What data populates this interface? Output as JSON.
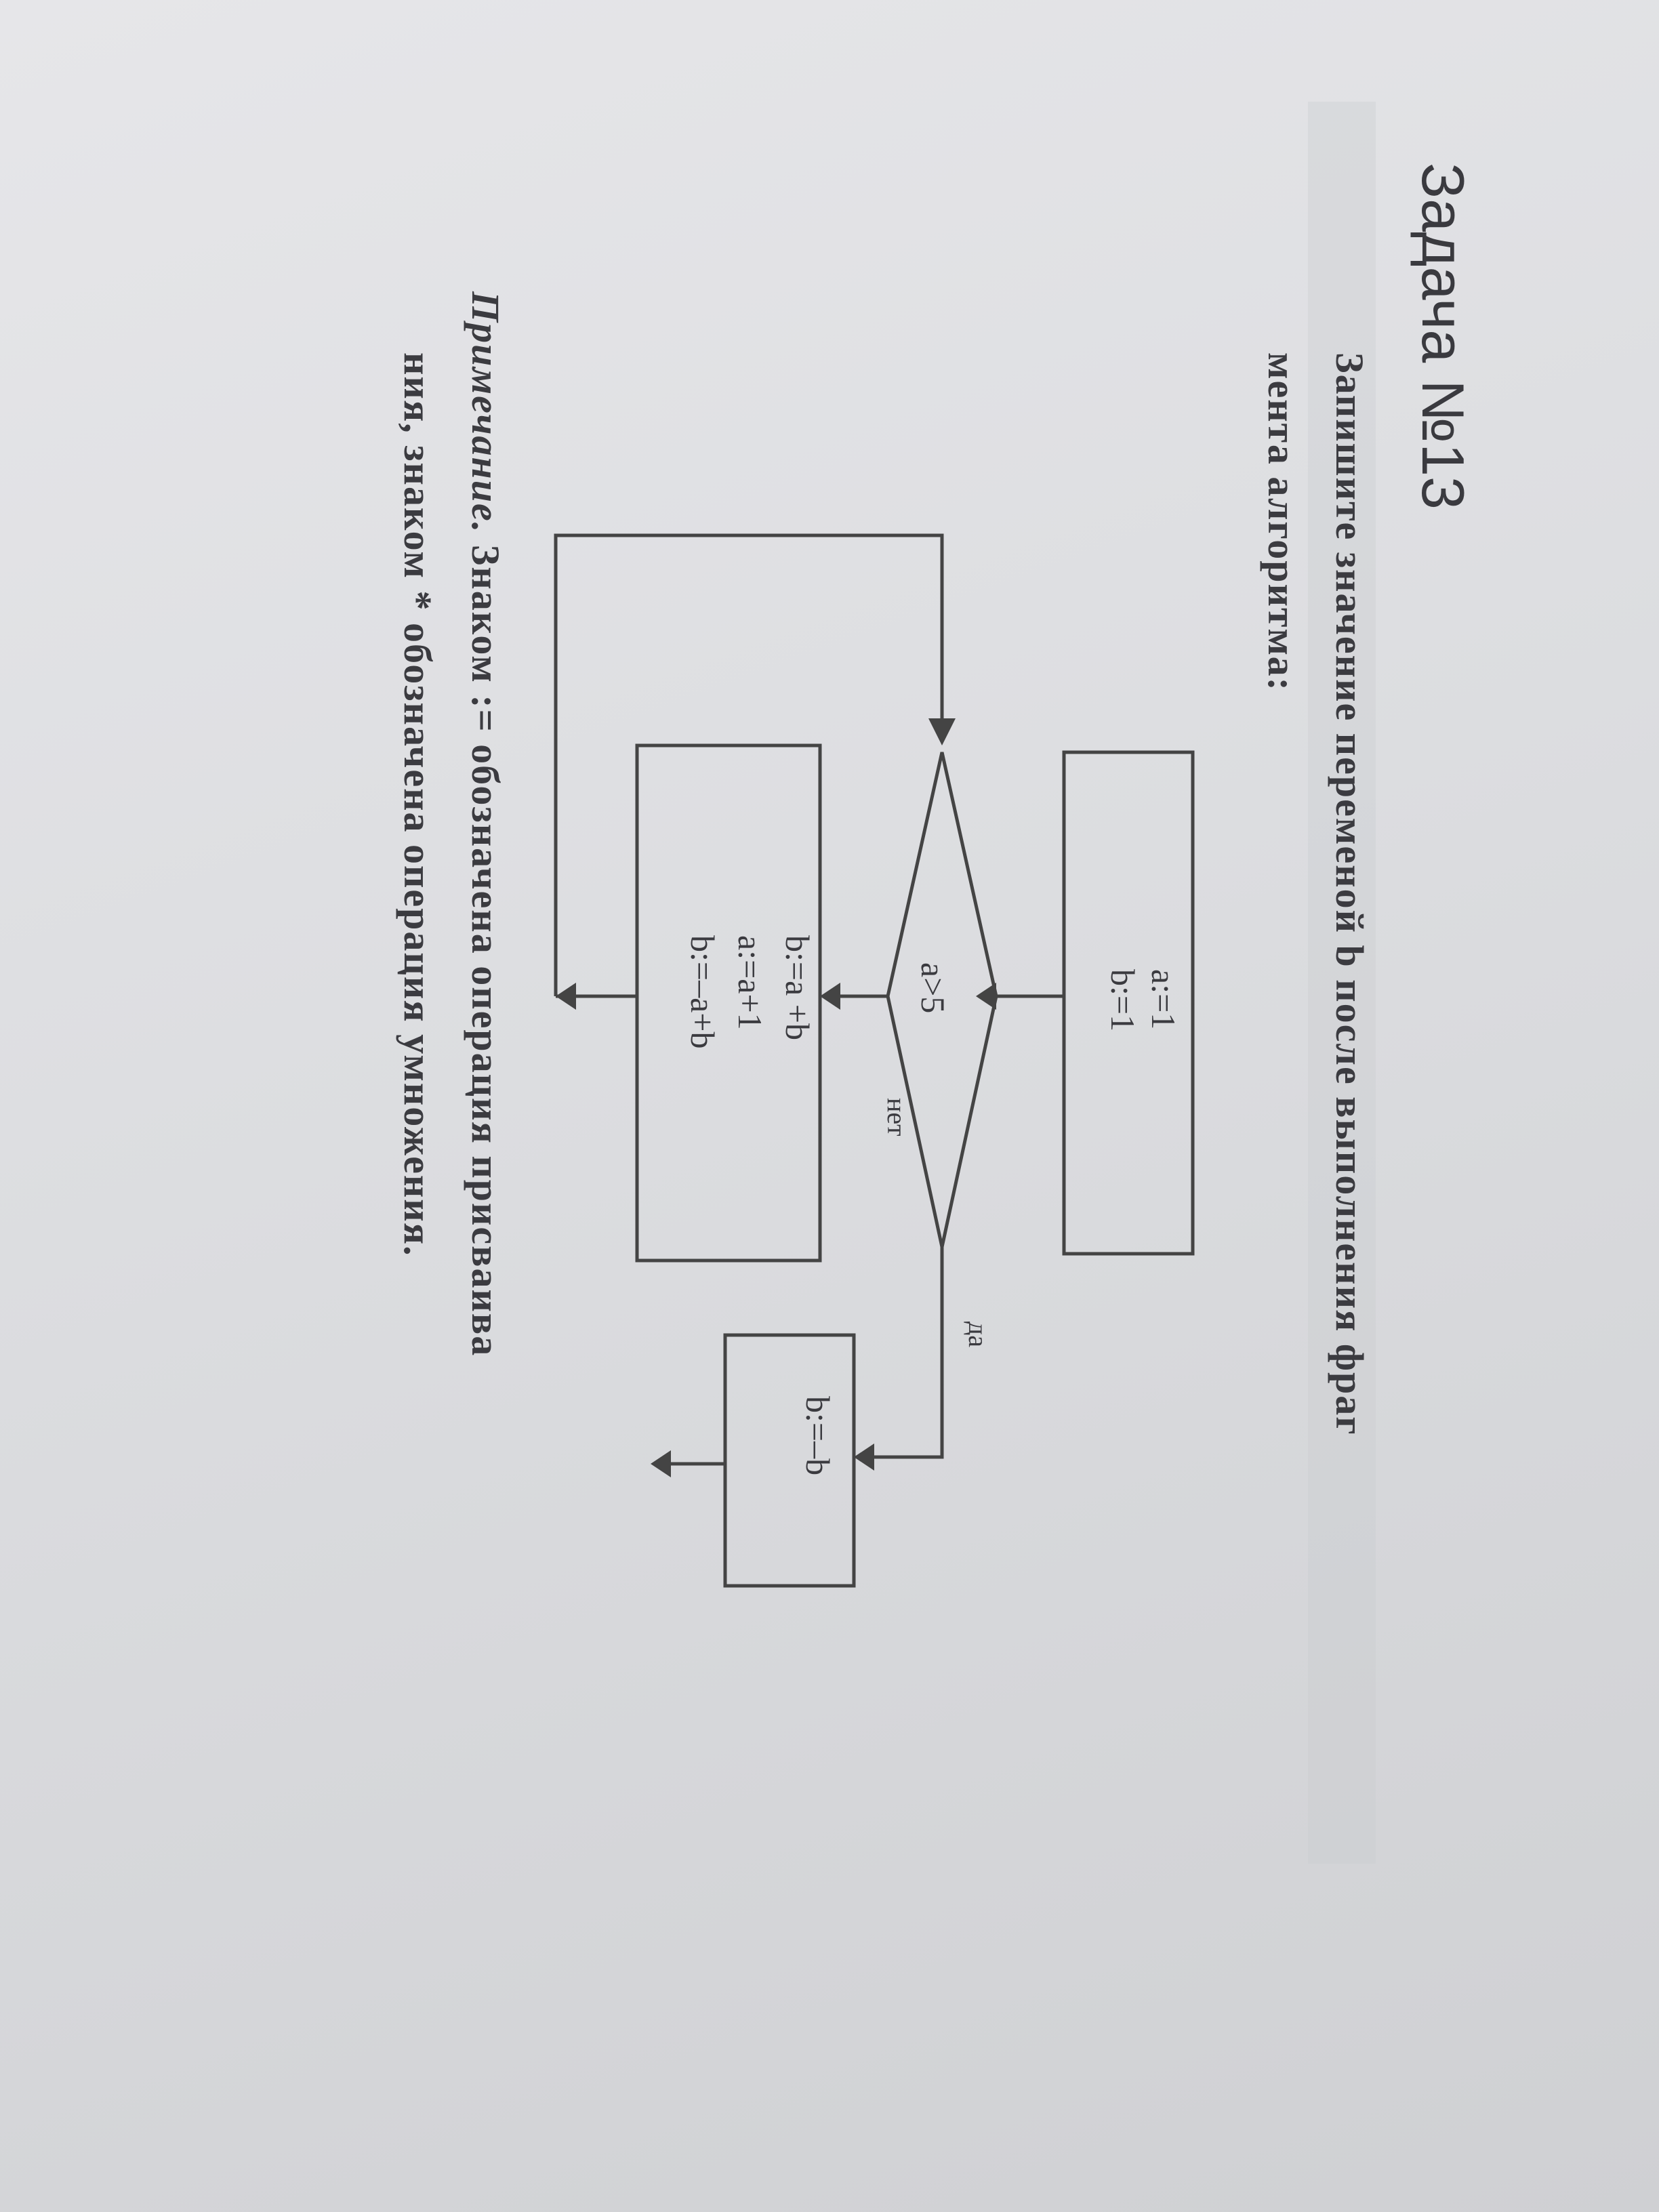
{
  "title": "Задача №13",
  "question": {
    "line1": "Запишите значение переменой b после выполнения фраг",
    "line2": "мента алгоритма:"
  },
  "flowchart": {
    "init_block": [
      "a:=1",
      "b:=1"
    ],
    "condition": "a>5",
    "branch_yes": "да",
    "branch_no": "нет",
    "loop_block": [
      "b:=a +b",
      "a:=a+1",
      "b:=–a+b"
    ],
    "yes_block": "b:=–b"
  },
  "note": {
    "label": "Примечание.",
    "line1_rest": " Знаком := обозначена операция присваива",
    "line2": "ния, знаком * обозначена операция умножения."
  }
}
